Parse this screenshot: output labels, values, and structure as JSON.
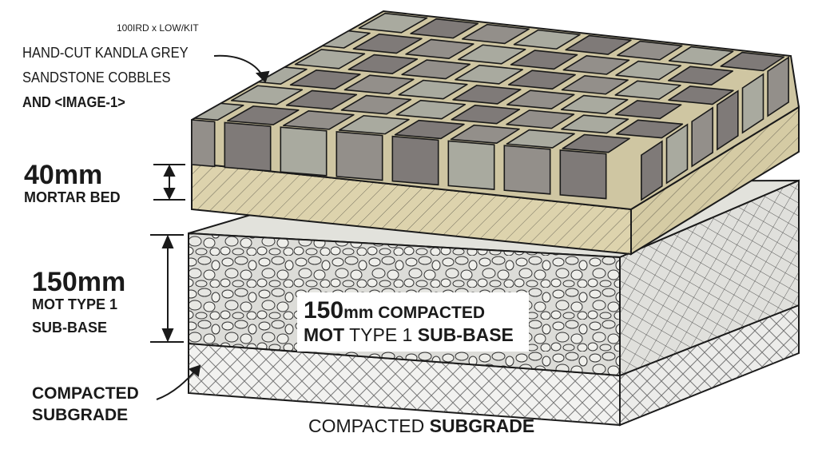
{
  "title": {
    "tag": "100IRD x LOW/KIT",
    "lines": [
      "HAND-CUT KANDLA GREY",
      "SANDSTONE COBBLES",
      "AND <IMAGE-1>"
    ]
  },
  "mortar": {
    "depth": "40mm",
    "name": "MORTAR BED"
  },
  "subbase": {
    "depth": "150mm",
    "name_line_1": "MOT TYPE 1",
    "name_line_2": "SUB-BASE"
  },
  "subgrade_left": {
    "line_1": "COMPACTED",
    "line_2": "SUBGRADE"
  },
  "center_label": {
    "l1_num": "150",
    "l1_unit": "mm",
    "l1_text": "COMPACTED",
    "l2_a": "MOT",
    "l2_b": "TYPE 1",
    "l2_c": "SUB-BASE"
  },
  "bottom_label": {
    "a": "COMPACTED",
    "b": "SUBGRADE"
  },
  "colors": {
    "cobble_light": "#a9aa9f",
    "cobble_mid": "#938f8a",
    "cobble_dark": "#7f7a78",
    "grout": "#cfc6a2",
    "mortar": "#ddd3ad",
    "gravel": "#d8d8d4",
    "subgrade": "#f2f2f0",
    "ink": "#1a1a1a"
  }
}
